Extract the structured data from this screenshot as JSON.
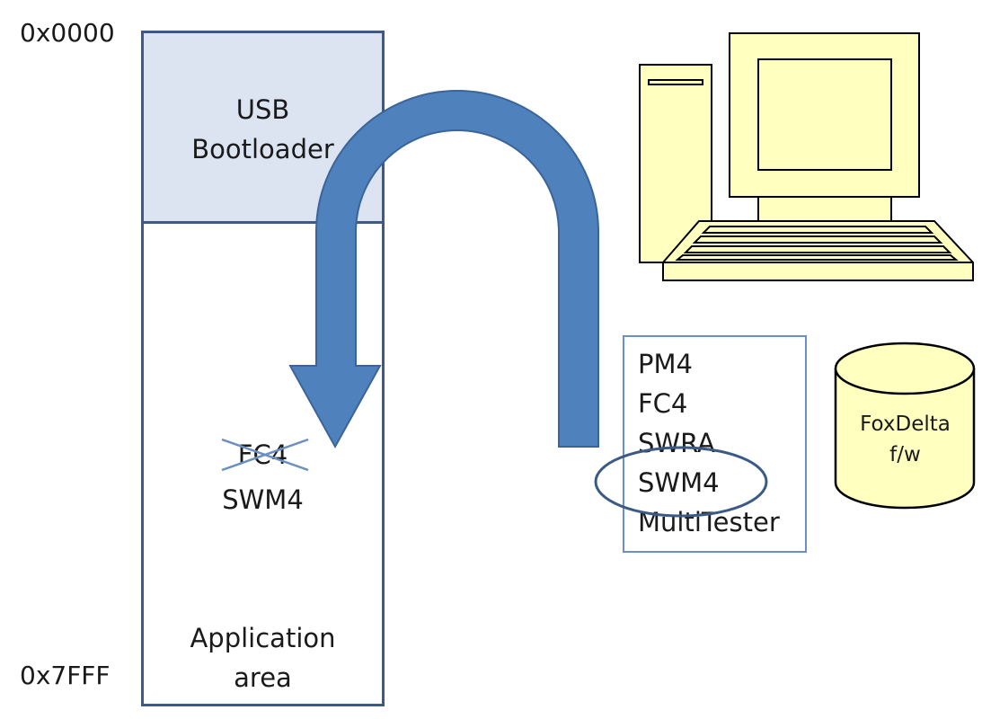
{
  "addresses": {
    "start": "0x0000",
    "end": "0x7FFF"
  },
  "memory": {
    "bootloader_line1": "USB",
    "bootloader_line2": "Bootloader",
    "removed_firmware": "FC4",
    "loaded_firmware": "SWM4",
    "app_line1": "Application",
    "app_line2": "area"
  },
  "firmware_list": [
    "PM4",
    "FC4",
    "SWRA",
    "SWM4",
    "MultiTester"
  ],
  "database": {
    "line1": "FoxDelta",
    "line2": "f/w"
  },
  "colors": {
    "arrow": "#4f81bd",
    "arrow_border": "#3b649a",
    "bootloader_fill": "#dbe4f0",
    "computer_fill": "#ffffc0",
    "ellipse": "#3b5a85"
  }
}
